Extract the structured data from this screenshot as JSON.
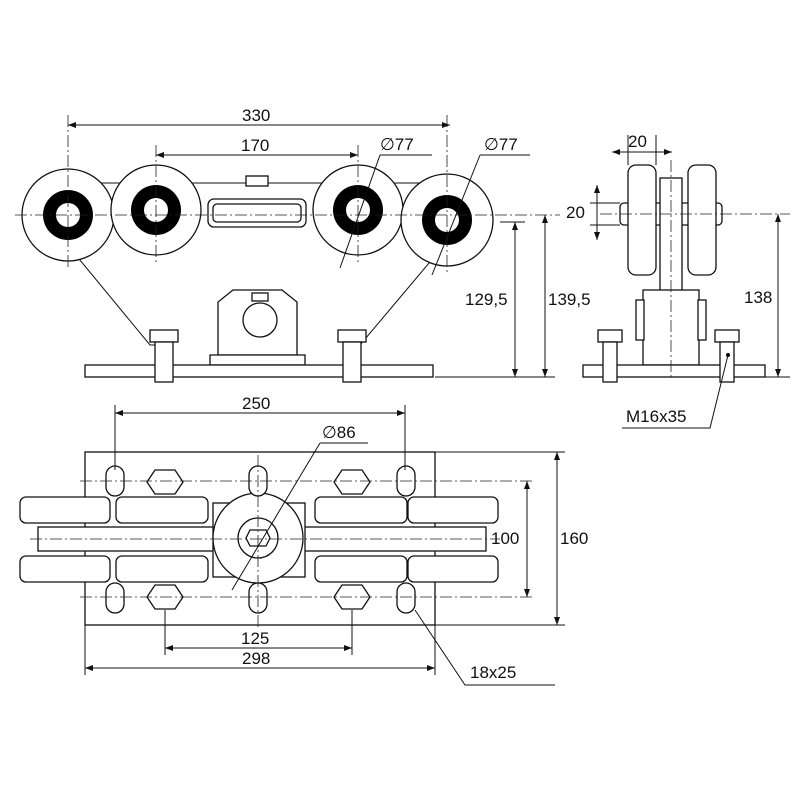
{
  "front_view": {
    "dim_overall_width": "330",
    "dim_inner_wheels": "170",
    "dim_wheel_dia_1": "∅77",
    "dim_wheel_dia_2": "∅77",
    "dim_height_axle_1": "129,5",
    "dim_height_axle_2": "139,5"
  },
  "side_view": {
    "dim_wheel_gap": "20",
    "dim_axle_offset": "20",
    "dim_height": "138",
    "bolt_label": "M16x35"
  },
  "top_view": {
    "dim_slot_spacing": "250",
    "dim_disc_dia": "∅86",
    "dim_bolt_row_spacing": "100",
    "dim_plate_width": "160",
    "dim_bolt_spacing": "125",
    "dim_plate_length": "298",
    "slot_label": "18x25"
  }
}
